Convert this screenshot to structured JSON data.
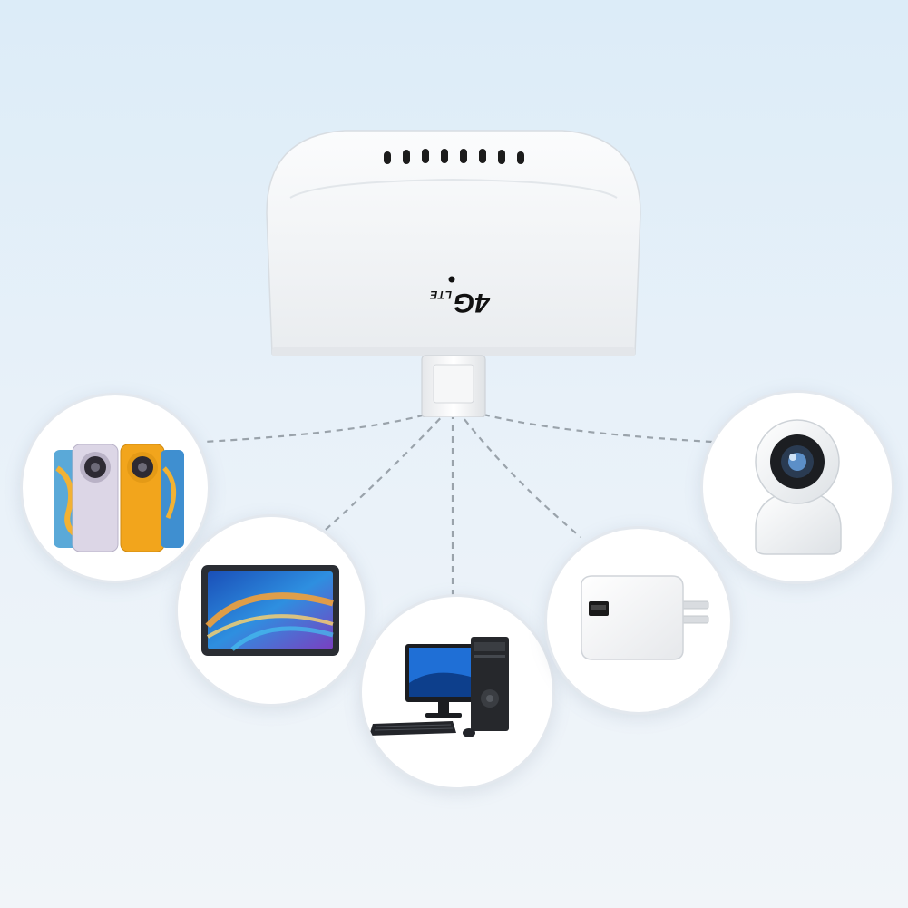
{
  "modem": {
    "logo_main": "4G",
    "logo_sub": "LTE",
    "color": "#ffffff"
  },
  "devices": [
    {
      "name": "smartphones",
      "icon": "smartphones-icon"
    },
    {
      "name": "tablet",
      "icon": "tablet-icon"
    },
    {
      "name": "desktop-computer",
      "icon": "desktop-computer-icon"
    },
    {
      "name": "usb-charger",
      "icon": "usb-charger-icon"
    },
    {
      "name": "security-camera",
      "icon": "security-camera-icon"
    }
  ],
  "colors": {
    "background_top": "#dcecf8",
    "background_bottom": "#f1f5f9",
    "connector_line": "#9aa3ab",
    "phone_gold": "#f2a51c",
    "phone_silver": "#dcd6e6",
    "screen_blue": "#1f6fd6"
  }
}
